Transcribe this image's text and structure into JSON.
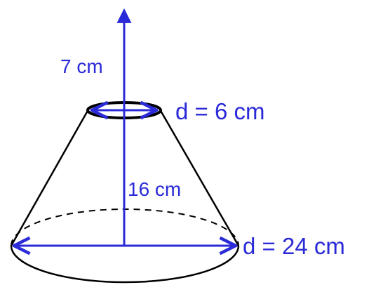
{
  "labels": {
    "height_above": "7 cm",
    "top_diameter": "d = 6 cm",
    "frustum_height": "16 cm",
    "base_diameter": "d = 24 cm"
  },
  "colors": {
    "outline": "#000000",
    "annotation": "#2a2ad8",
    "background": "#ffffff"
  }
}
